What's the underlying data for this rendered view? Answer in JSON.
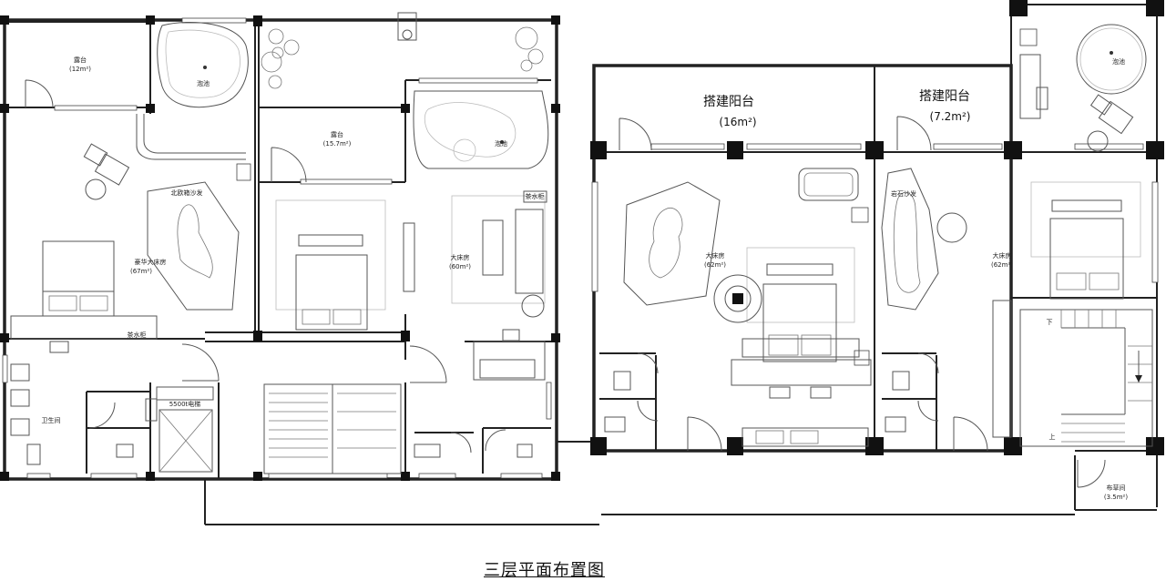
{
  "title": "三层平面布置图",
  "rooms": {
    "terrace_1": "露台",
    "terrace_1_area": "(12m²)",
    "pool_1": "泡池",
    "terrace_2": "露台",
    "terrace_2_area": "(15.7m²)",
    "pool_2": "泡池",
    "sofa_1": "北欧箱沙发",
    "master_1": "豪华大床房",
    "master_1_area": "(67m²)",
    "bed_2": "大床房",
    "bed_2_area": "(60m²)",
    "bath_1": "卫生间",
    "lift": "5500t电梯",
    "balcony_1": "搭建阳台",
    "balcony_1_area": "(16m²)",
    "balcony_2": "搭建阳台",
    "balcony_2_area": "(7.2m²)",
    "bed_3": "大床房",
    "bed_3_area": "(62m²)",
    "sofa_2": "岩石沙发",
    "bed_4": "大床房",
    "bed_4_area": "(62m²)",
    "pool_3": "泡池",
    "linen": "布草间",
    "linen_area": "(3.5m²)",
    "stair_down": "下",
    "stair_up": "上",
    "tv_1": "茶水柜",
    "tv_2": "茶水柜"
  }
}
